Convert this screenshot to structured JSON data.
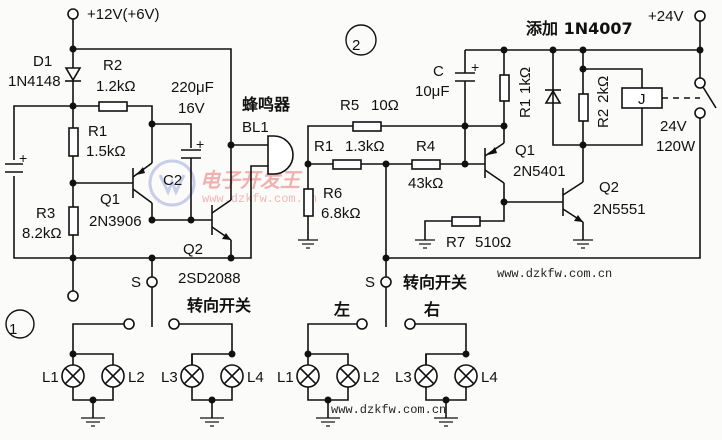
{
  "circuit1": {
    "marker": "1",
    "supply": "+12V(+6V)",
    "d1": {
      "name": "D1",
      "part": "1N4148"
    },
    "r2": {
      "name": "R2",
      "value": "1.2kΩ"
    },
    "r1": {
      "name": "R1",
      "value": "1.5kΩ"
    },
    "r3": {
      "name": "R3",
      "value": "8.2kΩ"
    },
    "c2": {
      "name": "C2",
      "value": "220μF",
      "voltage": "16V",
      "plus": "+"
    },
    "c_left_plus": "+",
    "q1": {
      "name": "Q1",
      "part": "2N3906"
    },
    "q2": {
      "name": "Q2",
      "part": "2SD2088"
    },
    "buzzer": {
      "name": "蜂鸣器",
      "ref": "BL1"
    },
    "switch_s": "S",
    "switch_label": "转向开关",
    "lamps": [
      "L1",
      "L2",
      "L3",
      "L4"
    ]
  },
  "circuit2": {
    "marker": "2",
    "supply": "+24V",
    "added_note": "添加 1N4007",
    "c": {
      "name": "C",
      "value": "10μF",
      "plus": "+"
    },
    "r1": {
      "name": "R1",
      "value": "1kΩ"
    },
    "r2": {
      "name": "R2",
      "value": "2kΩ"
    },
    "relay": "J",
    "load": {
      "voltage": "24V",
      "power": "120W"
    },
    "r5": {
      "name": "R5",
      "value": "10Ω"
    },
    "r1b": {
      "name": "R1",
      "value": "1.3kΩ"
    },
    "r4": {
      "name": "R4",
      "value": "43kΩ"
    },
    "r6": {
      "name": "R6",
      "value": "6.8kΩ"
    },
    "r7": {
      "name": "R7",
      "value": "510Ω"
    },
    "q1": {
      "name": "Q1",
      "part": "2N5401"
    },
    "q2": {
      "name": "Q2",
      "part": "2N5551"
    },
    "switch_s": "S",
    "switch_label": "转向开关",
    "left": "左",
    "right": "右",
    "lamps": [
      "L1",
      "L2",
      "L3",
      "L4"
    ]
  },
  "watermarks": {
    "logo_text": "电子开发王",
    "url": "www.dzkfw.com.cn"
  }
}
